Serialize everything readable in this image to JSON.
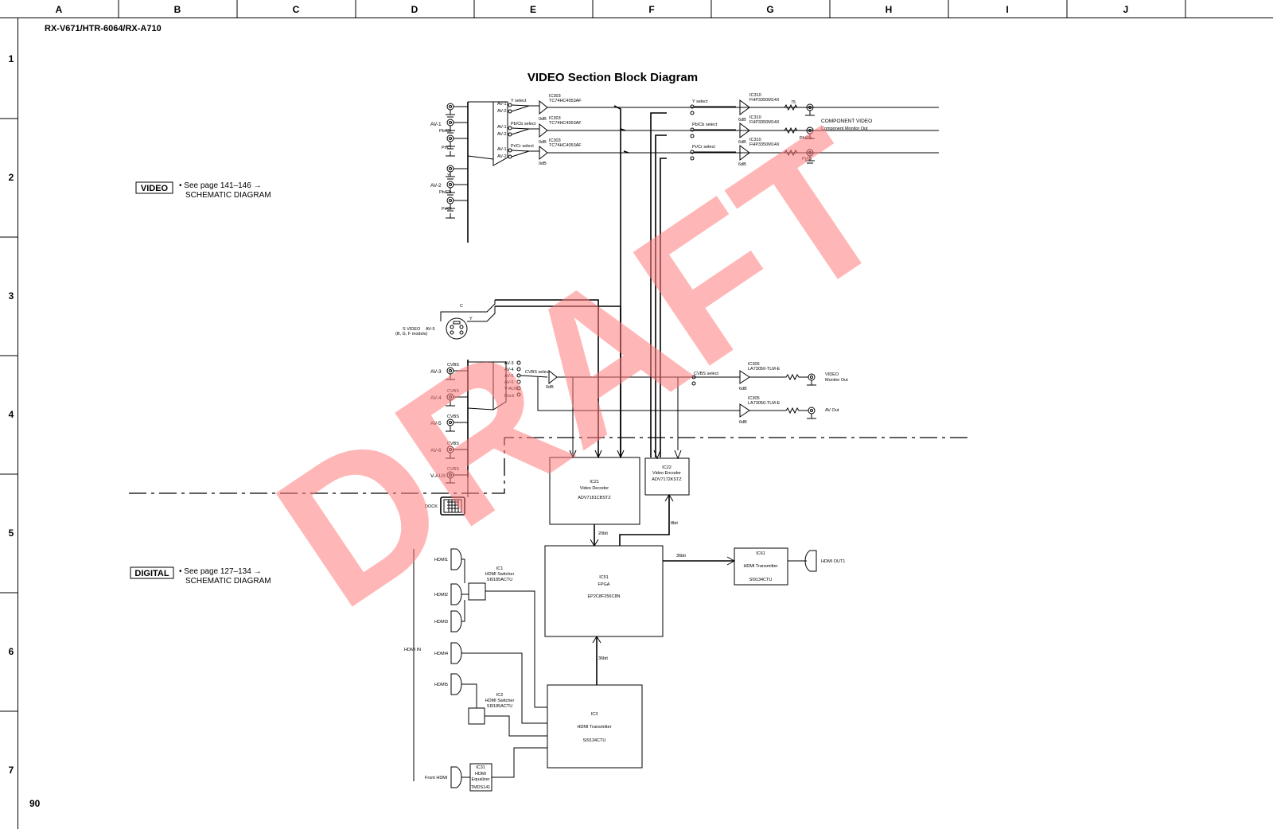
{
  "page": {
    "model": "RX-V671/HTR-6064/RX-A710",
    "title": "VIDEO Section Block Diagram",
    "page_number": "90",
    "watermark": "DRAFT"
  },
  "grid": {
    "columns": [
      "A",
      "B",
      "C",
      "D",
      "E",
      "F",
      "G",
      "H",
      "I",
      "J"
    ],
    "rows": [
      "1",
      "2",
      "3",
      "4",
      "5",
      "6",
      "7"
    ]
  },
  "refs": [
    {
      "tag": "VIDEO",
      "line1": "• See page 141–146 →",
      "line2": "SCHEMATIC DIAGRAM"
    },
    {
      "tag": "DIGITAL",
      "line1": "• See page 127–134 →",
      "line2": "SCHEMATIC DIAGRAM"
    }
  ],
  "component": {
    "inputs": [
      "AV-1",
      "AV-2"
    ],
    "jack_labels": {
      "y": "Y",
      "pbcb": "Pb/Cb",
      "prcr": "Pr/Cr"
    },
    "sw_inputs": [
      "AV-1",
      "AV-2"
    ],
    "selects": [
      "Y select",
      "Pb/Cb select",
      "Pr/Cr select"
    ],
    "switch_ic": {
      "ref": "IC303",
      "part": "TC74HC4053AF"
    },
    "driver_ic": {
      "ref": "IC310",
      "part": "FHP3350M14X"
    },
    "gain_in": "0dB",
    "gain_out": "6dB",
    "pin1": "1",
    "pin2": "2",
    "res": "75",
    "out_label1": "COMPONENT VIDEO",
    "out_label2": "Component Monitor Out"
  },
  "svideo": {
    "c": "C",
    "y": "Y",
    "label1": "S VIDEO",
    "label2": "(B, G, F models)",
    "input": "AV-5"
  },
  "composite": {
    "inputs": [
      "AV-3",
      "AV-4",
      "AV-5",
      "AV-6",
      "V-AUX"
    ],
    "jack_label": "CVBS",
    "sw_inputs": [
      "AV-3",
      "AV-4",
      "AV-5",
      "AV-6",
      "V-AUX",
      "Dock"
    ],
    "select": "CVBS select",
    "driver_ic": {
      "ref": "IC305",
      "part": "LA73050-TLM-E"
    },
    "gain_in": "0dB",
    "gain_out": "6dB",
    "out1_1": "VIDEO",
    "out1_2": "Monitor Out",
    "out2": "AV Out"
  },
  "dock": "DOCK",
  "blocks": {
    "ic21": {
      "ref": "IC21",
      "name": "Video Decoder",
      "part": "ADV7181CBSTZ"
    },
    "ic22": {
      "ref": "IC22",
      "name": "Video Encoder",
      "part": "ADV7172KSTZ"
    },
    "ic51": {
      "ref": "IC51",
      "name": "FPGA",
      "part": "EP2C8F256C8N"
    },
    "ic61": {
      "ref": "IC61",
      "name": "HDMI Transmitter",
      "part": "SI9134CTU"
    },
    "ic3": {
      "ref": "IC3",
      "name": "HDMI Transmitter",
      "part": "SI9134CTU"
    },
    "ic1": {
      "ref": "IC1",
      "name": "HDMI Switcher",
      "part": "SI9185ACTU"
    },
    "ic2": {
      "ref": "IC2",
      "name": "HDMI Switcher",
      "part": "SI9185ACTU"
    },
    "ic31": {
      "ref": "IC31",
      "name1": "HDMI",
      "name2": "Equalizer",
      "part": "TMDS141"
    }
  },
  "buses": {
    "b20": "20bit",
    "b8": "8bit",
    "b36a": "36bit",
    "b36b": "36bit"
  },
  "hdmi": {
    "inputs": [
      "HDMI1",
      "HDMI2",
      "HDMI3",
      "HDMI4",
      "HDMI5"
    ],
    "front": "Front HDMI",
    "group": "HDMI IN",
    "out": "HDMI OUT1"
  }
}
